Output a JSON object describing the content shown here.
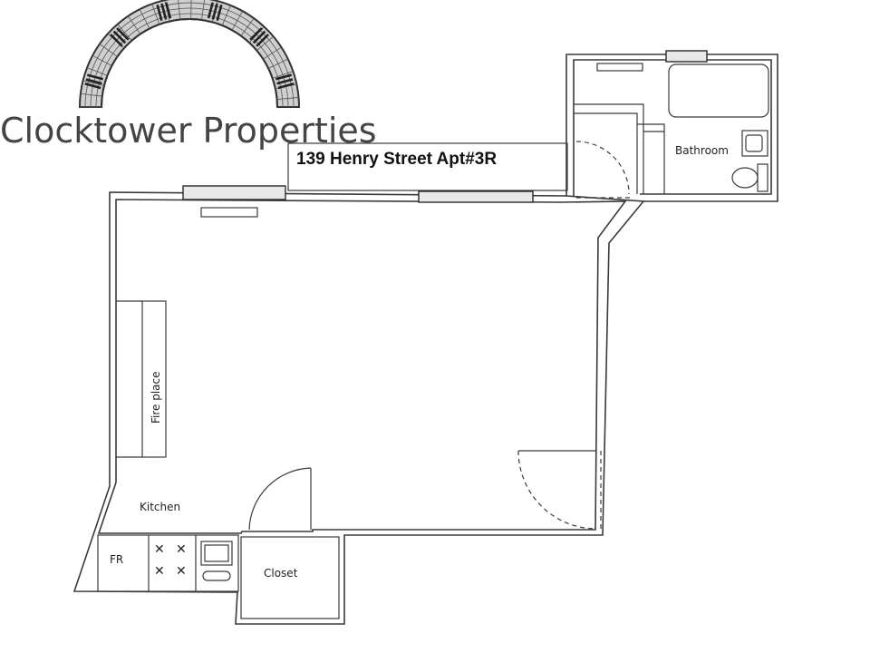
{
  "brand": {
    "name": "Clocktower Properties",
    "logo": "clock-face-arch-icon"
  },
  "address": "139 Henry Street Apt#3R",
  "rooms": {
    "bathroom": "Bathroom",
    "kitchen": "Kitchen",
    "closet": "Closet",
    "fireplace": "Fire place",
    "fridge": "FR"
  },
  "colors": {
    "lines": "#3a3a3a",
    "logo": "#333333",
    "brand_text": "#444444"
  }
}
